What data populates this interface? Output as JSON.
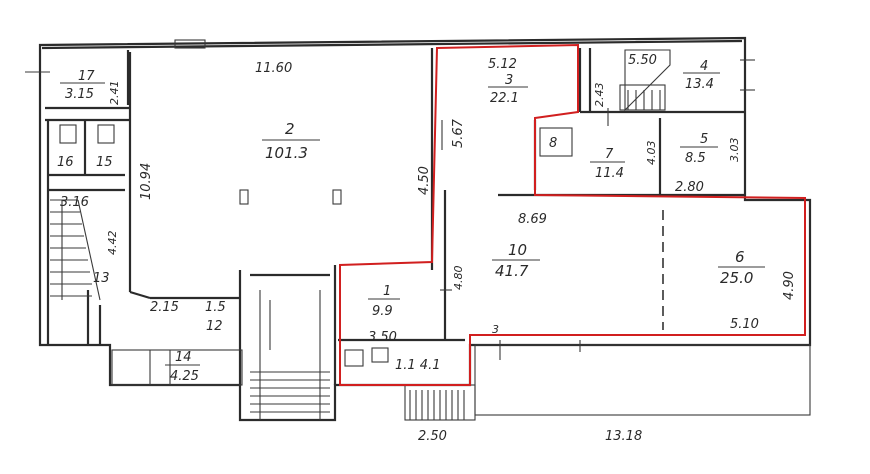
{
  "rooms": [
    {
      "id": "r17",
      "number": "17",
      "area": "3.15"
    },
    {
      "id": "r16",
      "number": "16"
    },
    {
      "id": "r15",
      "number": "15"
    },
    {
      "id": "r13",
      "number": "13"
    },
    {
      "id": "r2",
      "number": "2",
      "area": "101.3"
    },
    {
      "id": "r3",
      "number": "3",
      "area": "22.1"
    },
    {
      "id": "r4",
      "number": "4",
      "area": "13.4"
    },
    {
      "id": "r5",
      "number": "5",
      "area": "8.5"
    },
    {
      "id": "r7",
      "number": "7",
      "area": "11.4"
    },
    {
      "id": "r8",
      "number": "8"
    },
    {
      "id": "r10",
      "number": "10",
      "area": "41.7"
    },
    {
      "id": "r6",
      "number": "6",
      "area": "25.0"
    },
    {
      "id": "r1",
      "number": "1",
      "area": "9.9"
    },
    {
      "id": "r12",
      "number": "12"
    },
    {
      "id": "r14",
      "number": "14",
      "area": "4.25"
    }
  ],
  "dimensions": {
    "d_11_60": "11.60",
    "d_10_94": "10.94",
    "d_2_41": "2.41",
    "d_3_16": "3.16",
    "d_4_42": "4.42",
    "d_2_15": "2.15",
    "d_1_5": "1.5",
    "d_5_12": "5.12",
    "d_5_67": "5.67",
    "d_4_50": "4.50",
    "d_5_50": "5.50",
    "d_2_43": "2.43",
    "d_4_03": "4.03",
    "d_3_03": "3.03",
    "d_2_80": "2.80",
    "d_8_69": "8.69",
    "d_4_80": "4.80",
    "d_4_90": "4.90",
    "d_5_10": "5.10",
    "d_3_50": "3.50",
    "d_1_1_41": "1.1 4.1",
    "d_2_50": "2.50",
    "d_13_18": "13.18",
    "d_3": "3"
  }
}
